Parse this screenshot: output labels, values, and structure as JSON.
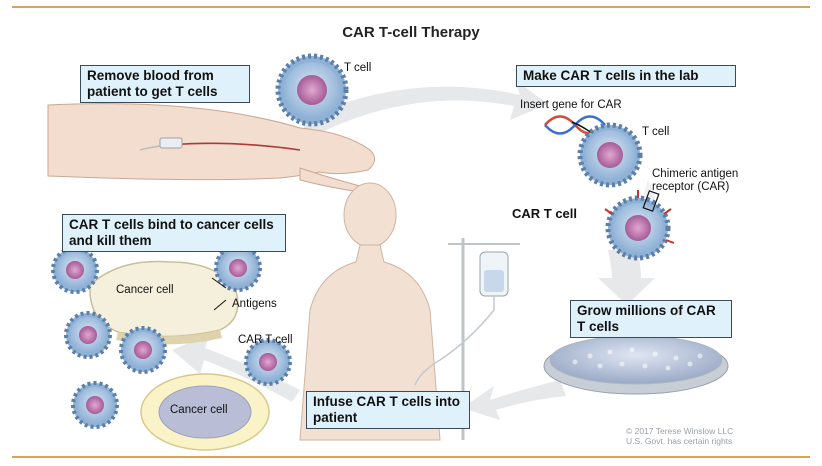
{
  "title": "CAR T-cell Therapy",
  "steps": {
    "remove_blood": "Remove blood from patient to get T cells",
    "make_in_lab": "Make CAR T cells in the lab",
    "grow": "Grow millions of CAR T cells",
    "infuse": "Infuse CAR T cells into patient",
    "bind_kill": "CAR T cells bind to cancer cells and kill them"
  },
  "labels": {
    "t_cell_top": "T cell",
    "insert_gene": "Insert gene for CAR",
    "t_cell_lab": "T cell",
    "car_line1": "Chimeric antigen",
    "car_line2": "receptor (CAR)",
    "car_t_cell_lab": "CAR T cell",
    "cancer_cell_top": "Cancer cell",
    "antigens": "Antigens",
    "car_t_cell_bottom": "CAR T cell",
    "cancer_cell_bottom": "Cancer cell"
  },
  "copyright": {
    "line1": "© 2017 Terese Winslow LLC",
    "line2": "U.S. Govt. has certain rights"
  },
  "colors": {
    "accent_rule": "#d9a25a",
    "box_fill": "#dff1fa",
    "arrow_fill": "#e6e8ea",
    "cell_fill": "#a9c6e4",
    "nucleus": "#c57fb1"
  }
}
